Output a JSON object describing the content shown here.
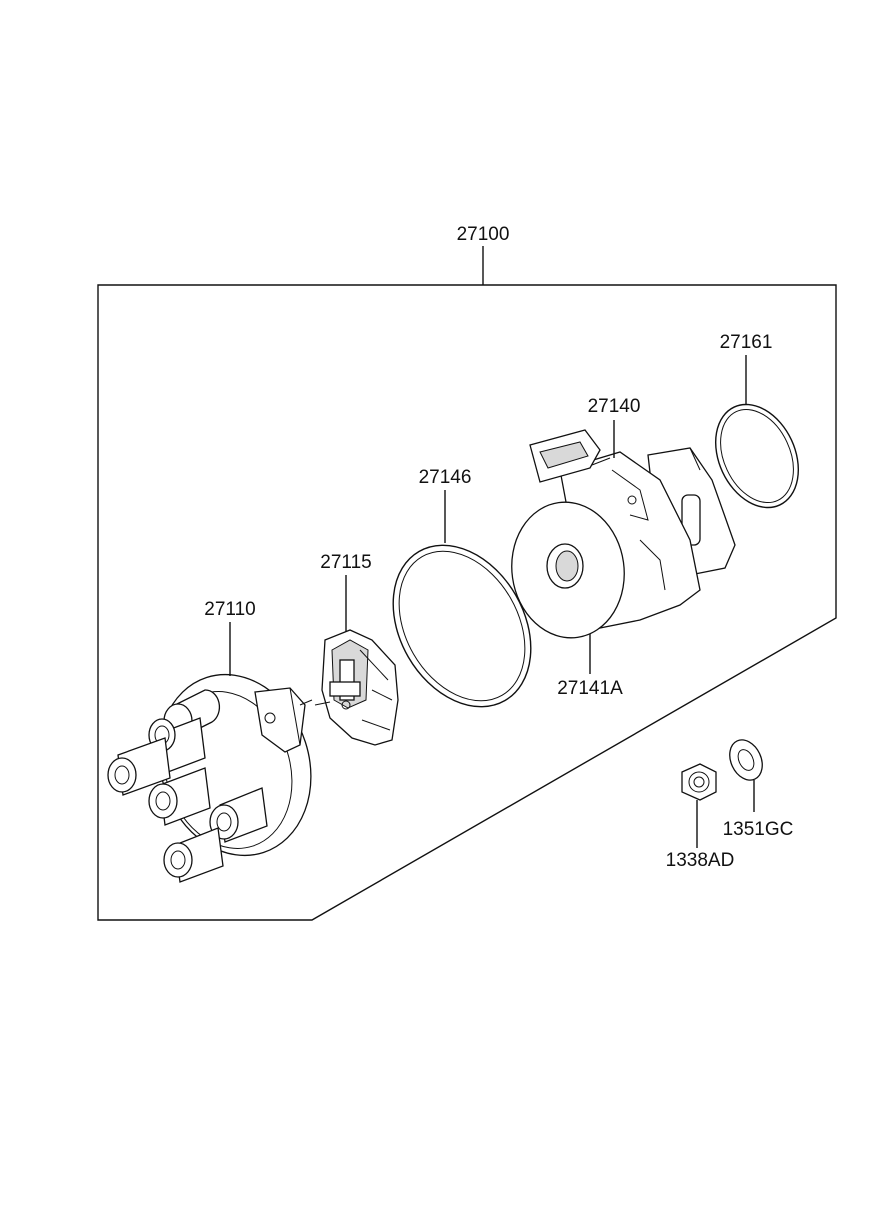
{
  "diagram": {
    "assembly": {
      "part_number": "27100"
    },
    "parts": [
      {
        "key": "cap",
        "part_number": "27110"
      },
      {
        "key": "rotor",
        "part_number": "27115"
      },
      {
        "key": "seal_large",
        "part_number": "27146"
      },
      {
        "key": "housing",
        "part_number": "27140"
      },
      {
        "key": "housing_shaft",
        "part_number": "27141A"
      },
      {
        "key": "o_ring",
        "part_number": "27161"
      },
      {
        "key": "bolt",
        "part_number": "1338AD"
      },
      {
        "key": "washer",
        "part_number": "1351GC"
      }
    ],
    "colors": {
      "line": "#111111",
      "background": "#ffffff",
      "shade": "#d9d9d9"
    }
  }
}
